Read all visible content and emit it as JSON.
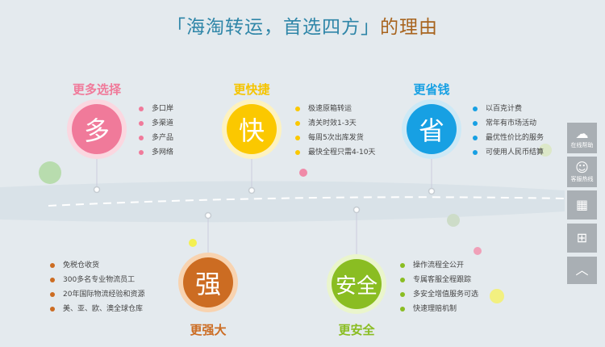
{
  "title": {
    "part1": "「海淘转运，首选四方」",
    "part2": "的理由"
  },
  "features": [
    {
      "caption": "更多选择",
      "char": "多",
      "color": "#f07a9a",
      "items": [
        "多口岸",
        "多渠道",
        "多产品",
        "多网络"
      ]
    },
    {
      "caption": "更快捷",
      "char": "快",
      "color": "#fbc800",
      "items": [
        "极速原箱转运",
        "清关时效1-3天",
        "每周5次出库发货",
        "最快全程只需4-10天"
      ]
    },
    {
      "caption": "更省钱",
      "char": "省",
      "color": "#17a0e3",
      "items": [
        "以百克计费",
        "常年有市场活动",
        "最优性价比的服务",
        "可使用人民币结算"
      ]
    },
    {
      "caption": "更强大",
      "char": "强",
      "color": "#cc6c22",
      "items": [
        "免税仓收货",
        "300多名专业物流员工",
        "20年国际物流经验和资源",
        "美、亚、欧、澳全球仓库"
      ]
    },
    {
      "caption": "更安全",
      "char": "安全",
      "color": "#8abd22",
      "items": [
        "操作流程全公开",
        "专属客服全程跟踪",
        "多安全增值服务可选",
        "快速理赔机制"
      ]
    }
  ],
  "sidebar": {
    "online_help": "在线帮助",
    "hotline": "客服热线"
  }
}
